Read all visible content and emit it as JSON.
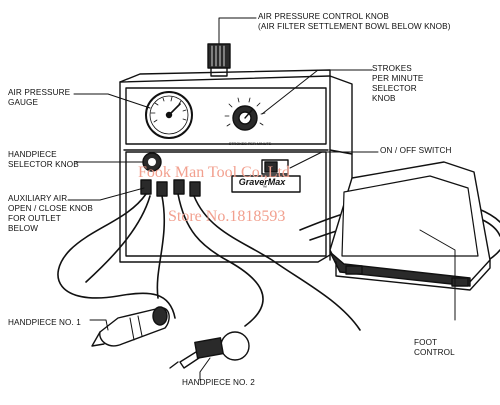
{
  "labels": {
    "air_pressure_control_knob": "AIR PRESSURE CONTROL KNOB\n(AIR FILTER SETTLEMENT BOWL BELOW KNOB)",
    "strokes_per_minute_selector_knob": "STROKES\nPER MINUTE\nSELECTOR\nKNOB",
    "air_pressure_gauge": "AIR PRESSURE\nGAUGE",
    "handpiece_selector_knob": "HANDPIECE\nSELECTOR KNOB",
    "on_off_switch": "ON / OFF SWITCH",
    "auxiliary_air_knob": "AUXILIARY AIR\nOPEN / CLOSE KNOB\nFOR OUTLET\nBELOW",
    "handpiece_no_1": "HANDPIECE NO. 1",
    "handpiece_no_2": "HANDPIECE NO. 2",
    "foot_control": "FOOT\nCONTROL"
  },
  "device": {
    "brand": "GraverMax",
    "dial_caption": "STROKES PER MINUTE"
  },
  "watermark": {
    "line1": "Fook Man Tool Co.,Ltd",
    "line2": "Store No.1818593"
  },
  "colors": {
    "ink": "#111111",
    "watermark": "#f2a08f"
  }
}
